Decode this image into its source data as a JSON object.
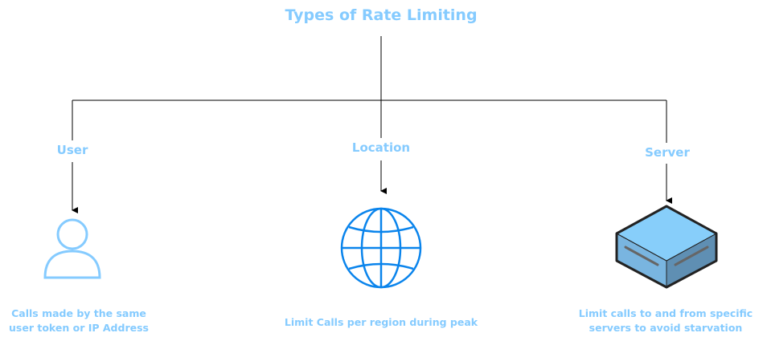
{
  "title": "Types of Rate Limiting",
  "colors": {
    "text": "#85cbff",
    "connector": "#000000",
    "user_icon": "#85cbff",
    "globe_icon": "#0a84ec",
    "server_top": "#87cefa",
    "server_left": "#79b5e0",
    "server_right": "#5f8fb3"
  },
  "branches": [
    {
      "heading": "User",
      "icon": "user-icon",
      "description": [
        "Calls made by the same",
        "user token or IP Address"
      ]
    },
    {
      "heading": "Location",
      "icon": "globe-icon",
      "description": [
        "Limit Calls per region during peak"
      ]
    },
    {
      "heading": "Server",
      "icon": "server-icon",
      "description": [
        "Limit calls to and from specific",
        "servers to avoid starvation"
      ]
    }
  ]
}
